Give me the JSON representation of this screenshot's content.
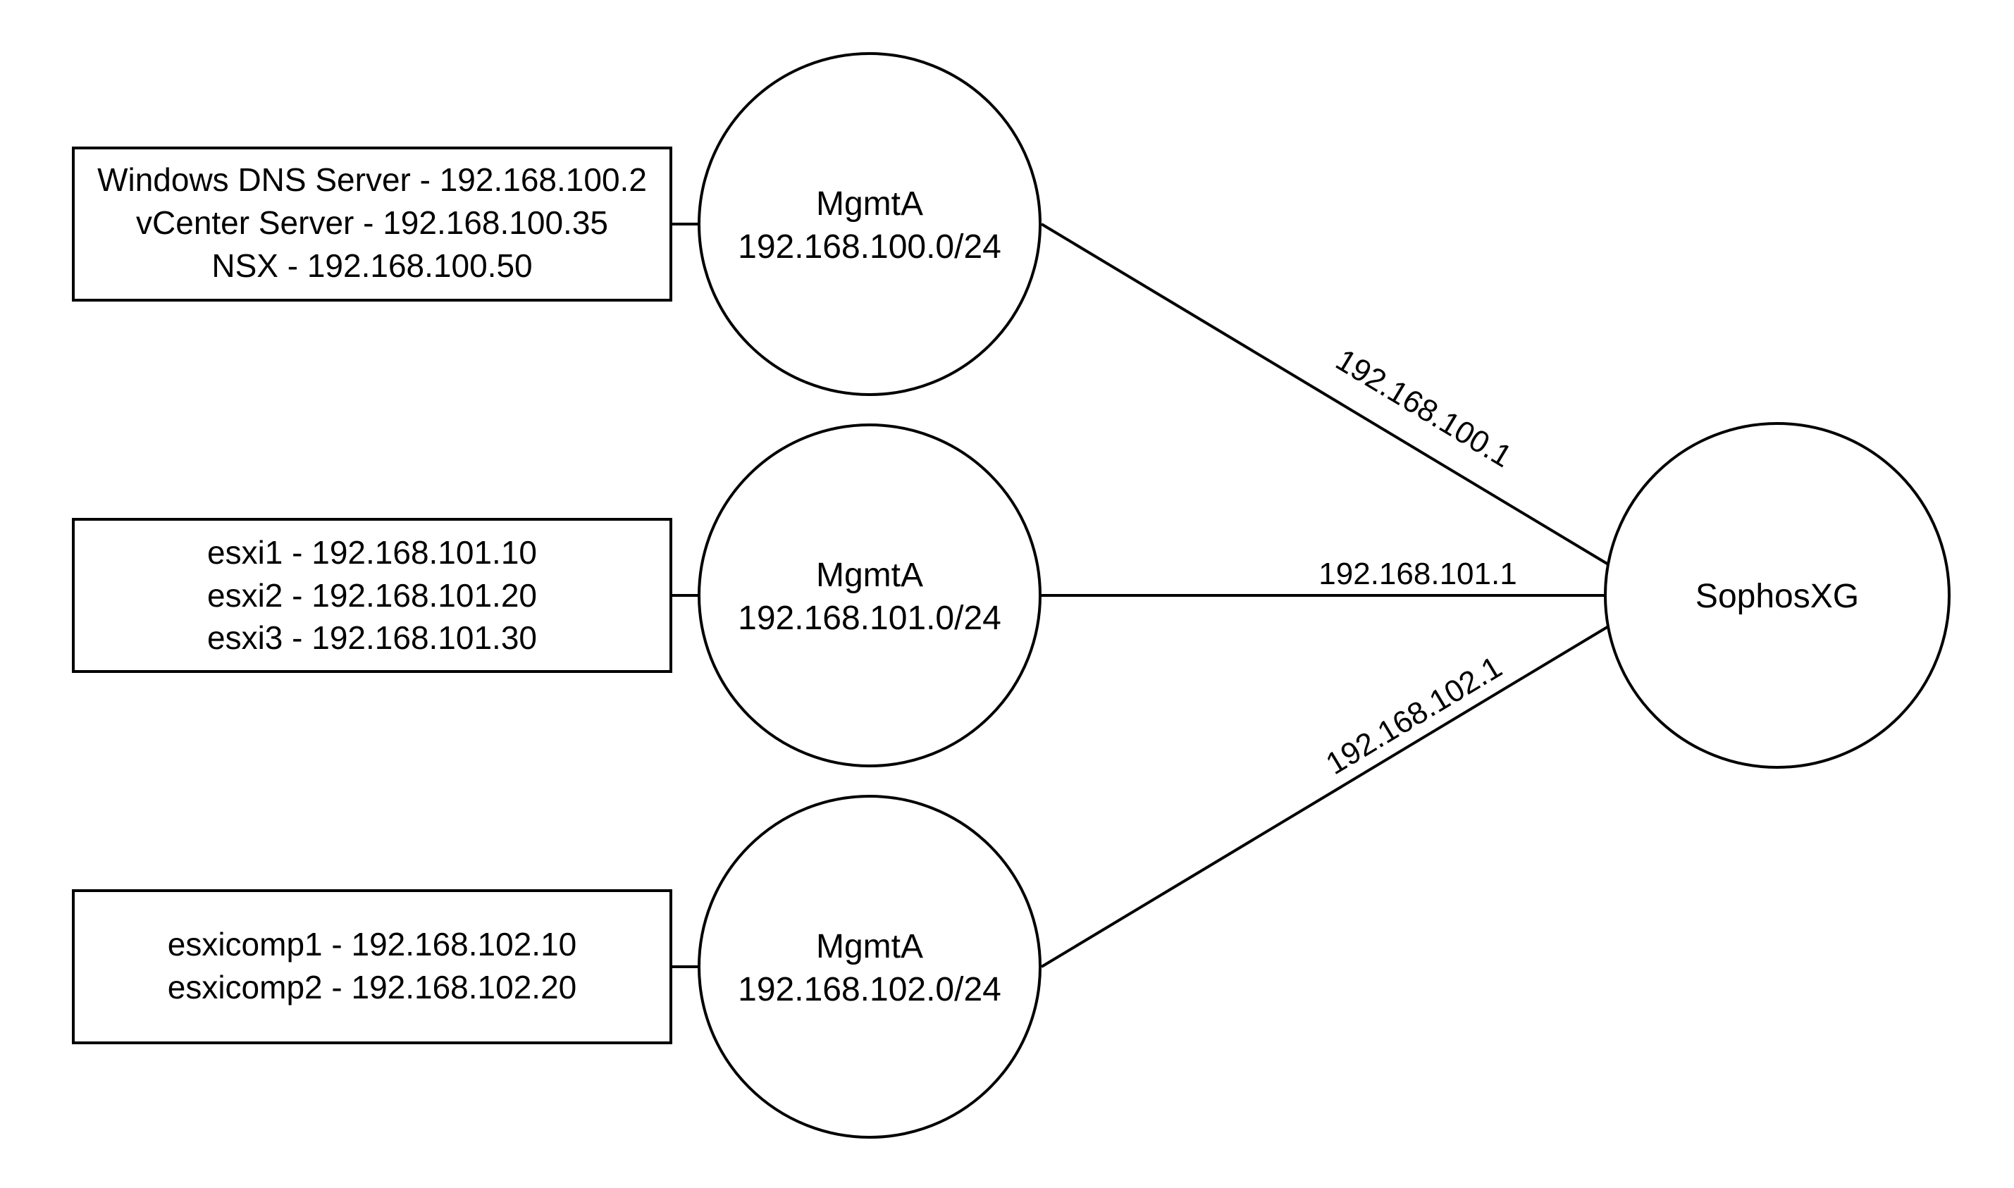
{
  "host_boxes": [
    {
      "lines": [
        "Windows DNS Server - 192.168.100.2",
        "vCenter Server - 192.168.100.35",
        "NSX - 192.168.100.50"
      ]
    },
    {
      "lines": [
        "esxi1 - 192.168.101.10",
        "esxi2 - 192.168.101.20",
        "esxi3 - 192.168.101.30"
      ]
    },
    {
      "lines": [
        "esxicomp1 - 192.168.102.10",
        "esxicomp2 - 192.168.102.20"
      ]
    }
  ],
  "networks": [
    {
      "name": "MgmtA",
      "subnet": "192.168.100.0/24"
    },
    {
      "name": "MgmtA",
      "subnet": "192.168.101.0/24"
    },
    {
      "name": "MgmtA",
      "subnet": "192.168.102.0/24"
    }
  ],
  "firewall": {
    "name": "SophosXG"
  },
  "links": [
    {
      "ip": "192.168.100.1"
    },
    {
      "ip": "192.168.101.1"
    },
    {
      "ip": "192.168.102.1"
    }
  ]
}
